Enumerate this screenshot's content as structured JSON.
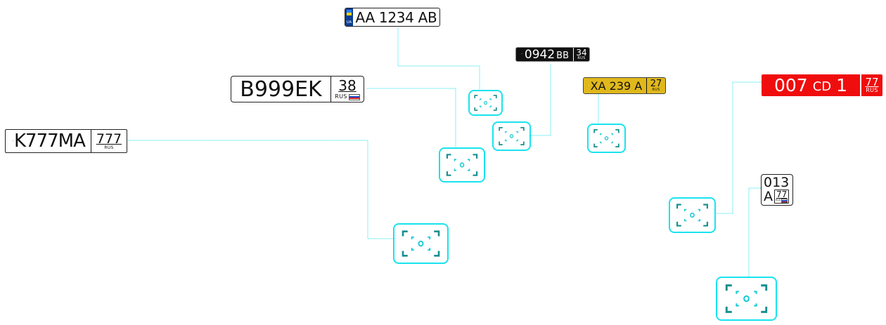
{
  "colors": {
    "connector": "#8cf0f5",
    "camera_frame": "#19e3ee",
    "camera_corners": "#1a8f8f",
    "camera_focus": "#19c9d6"
  },
  "plates": [
    {
      "id": "ua",
      "country": "UA",
      "style": "white",
      "number": "AA 1234 AB",
      "badge_text": "UA"
    },
    {
      "id": "black",
      "style": "black",
      "number": "0942",
      "series": "BB",
      "region": "34",
      "region_label": "RUS"
    },
    {
      "id": "b999",
      "style": "white-flag",
      "number": "B999EK",
      "region": "38",
      "region_label": "RUS"
    },
    {
      "id": "yellow",
      "style": "yellow",
      "number": "XA 239 A",
      "region": "27",
      "region_label": "RUS"
    },
    {
      "id": "red",
      "style": "red",
      "number": "007",
      "series": "CD",
      "suffix": "1",
      "region": "77",
      "region_label": "RUS"
    },
    {
      "id": "k777",
      "style": "white",
      "number": "K777MA",
      "region": "777",
      "region_label": "RUS"
    },
    {
      "id": "square",
      "style": "square",
      "line1": "013",
      "line2": "A",
      "region": "77",
      "region_label": "RUS"
    }
  ],
  "cameras": [
    {
      "id": "cam-ua",
      "icon": "camera-viewfinder-icon",
      "linked_plate": "AA 1234 AB"
    },
    {
      "id": "cam-black",
      "icon": "camera-viewfinder-icon",
      "linked_plate": "0942 BB 34"
    },
    {
      "id": "cam-b999",
      "icon": "camera-viewfinder-icon",
      "linked_plate": "B999EK 38"
    },
    {
      "id": "cam-yellow",
      "icon": "camera-viewfinder-icon",
      "linked_plate": "XA239A 27"
    },
    {
      "id": "cam-red",
      "icon": "camera-viewfinder-icon",
      "linked_plate": "007 CD 1 77"
    },
    {
      "id": "cam-k777",
      "icon": "camera-viewfinder-icon",
      "linked_plate": "K777MA 777"
    },
    {
      "id": "cam-square",
      "icon": "camera-viewfinder-icon",
      "linked_plate": "013 A 77"
    }
  ]
}
